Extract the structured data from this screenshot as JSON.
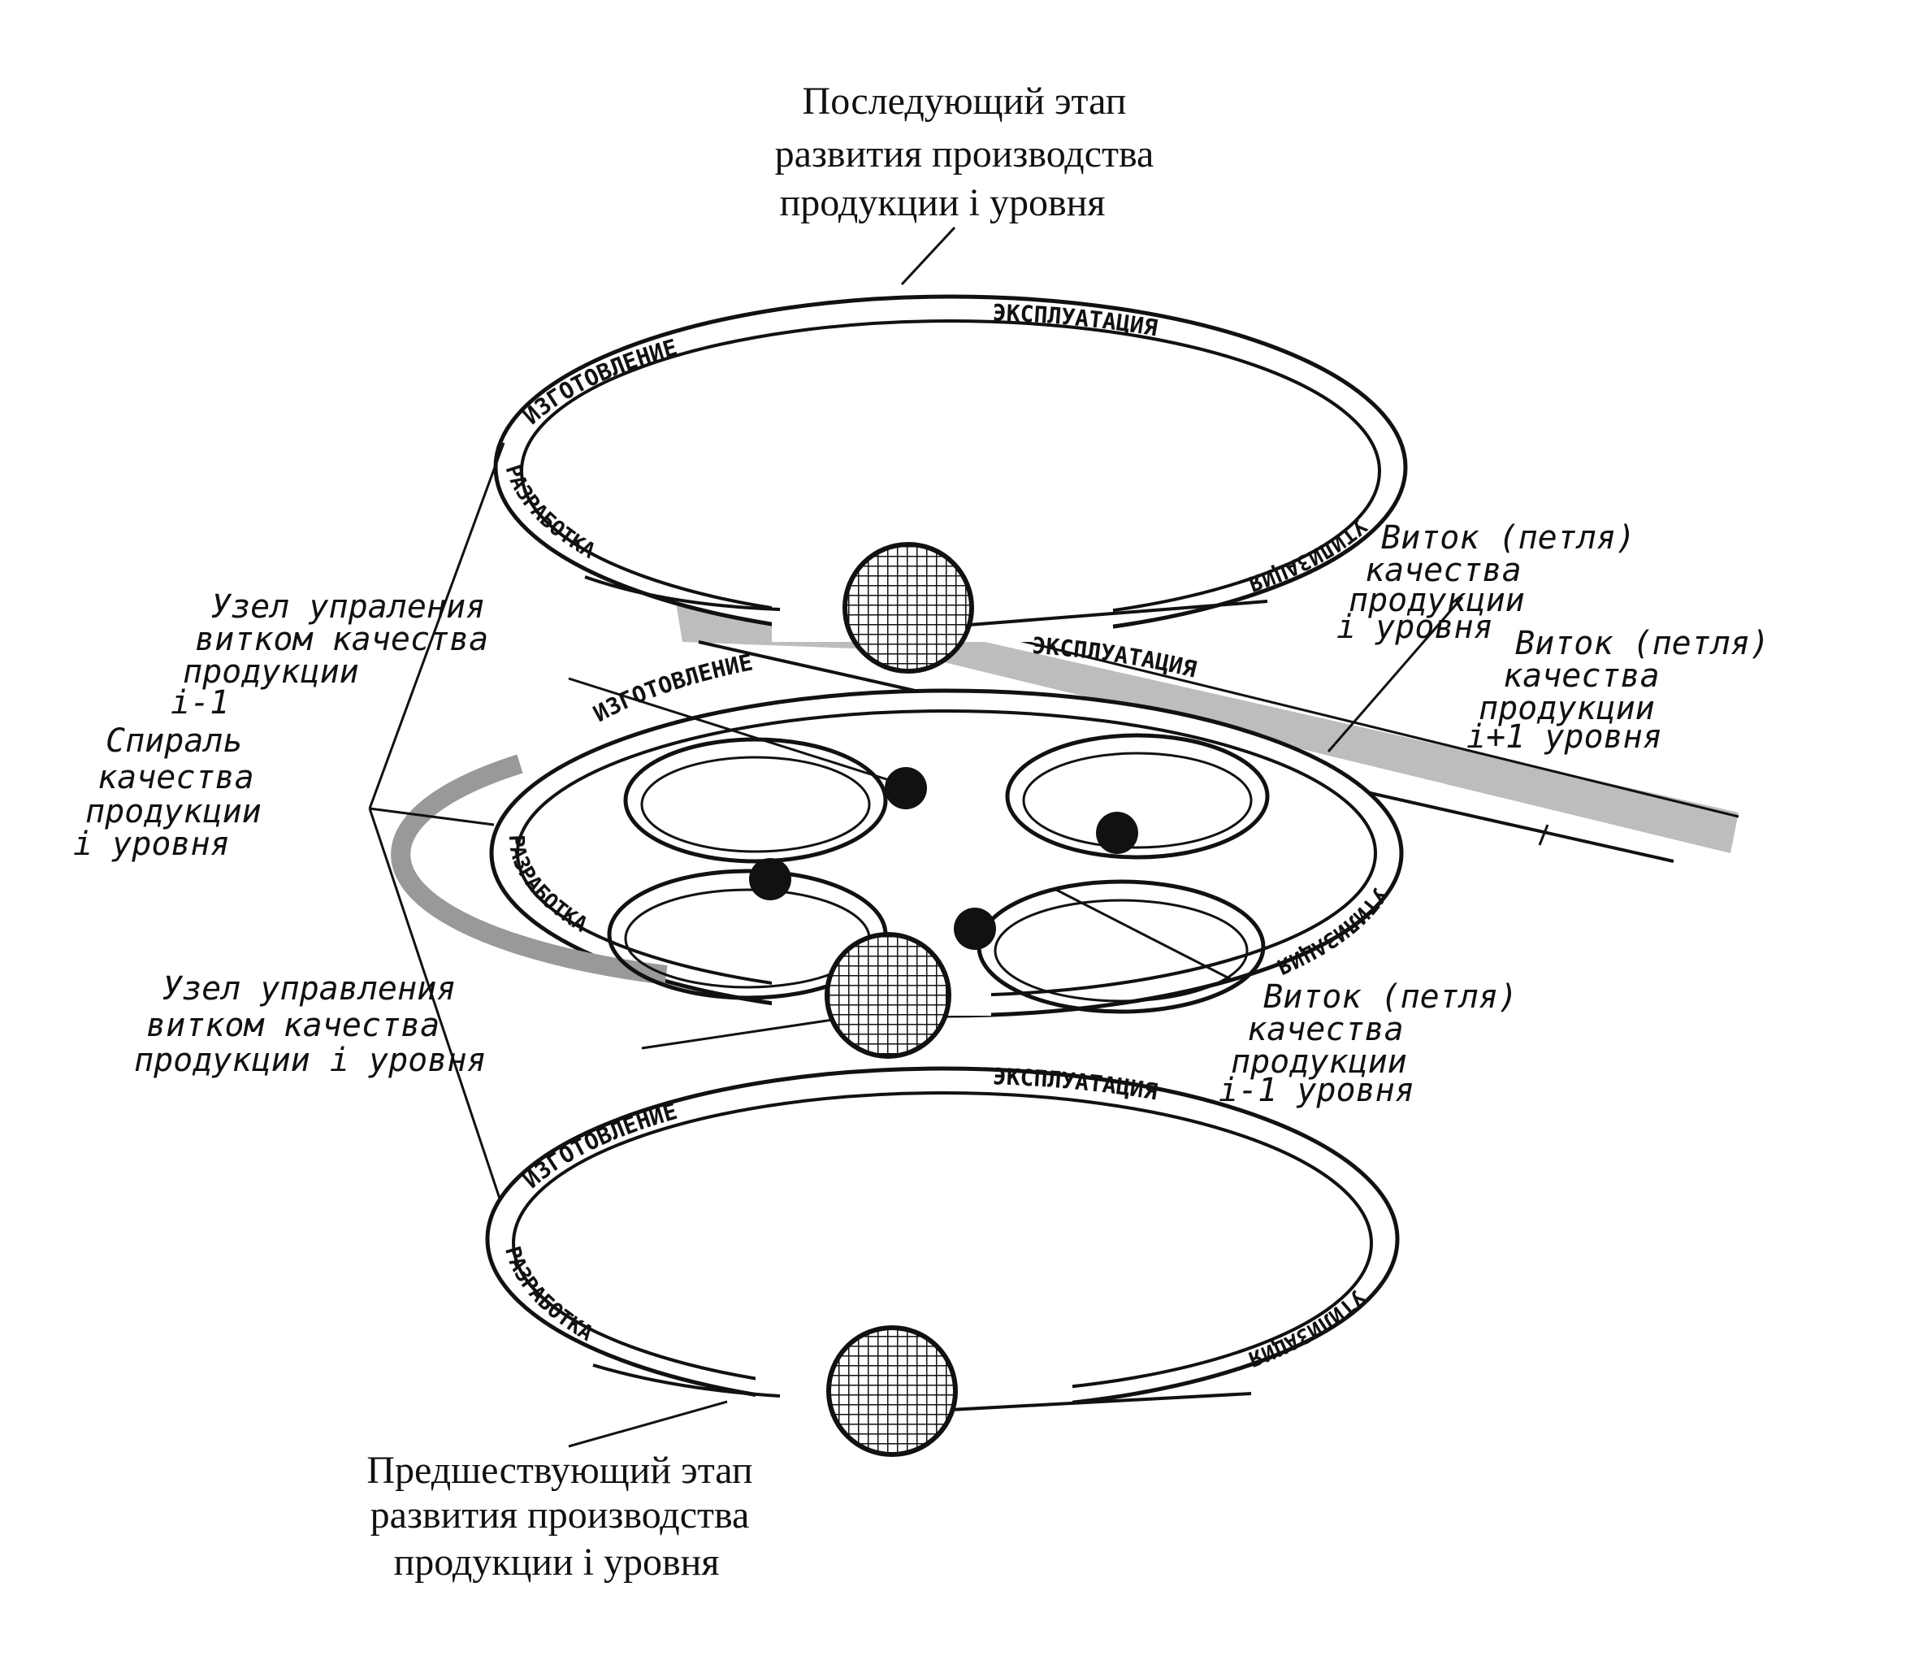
{
  "labels": {
    "top_stage": [
      "Последующий этап",
      "развития производства",
      "продукции  i уровня"
    ],
    "bottom_stage": [
      "Предшествующий этап",
      "развития производства",
      " продукции i уровня"
    ],
    "node_top": [
      "Узел упраления",
      "витком качества",
      "продукции",
      "i-1"
    ],
    "spiral": [
      "Спираль",
      "качества",
      "продукции",
      "i  уровня"
    ],
    "node_mid": [
      "Узел управления",
      "витком качества",
      "продукции i уровня"
    ],
    "loop_i": [
      "Виток (петля)",
      "качества",
      "продукции",
      "i уровня"
    ],
    "loop_i_plus": [
      "Виток (петля)",
      "качества",
      "продукции",
      "i+1 уровня"
    ],
    "loop_i_minus": [
      "Виток (петля)",
      "качества",
      "продукции",
      "i-1 уровня"
    ]
  },
  "ring_words": {
    "manufacture": "ИЗГОТОВЛЕНИЕ",
    "exploitation": "ЭКСПЛУАТАЦИЯ",
    "utilization": "УТИЛИЗАЦИЯ",
    "development": "РАЗРАБОТКА"
  },
  "colors": {
    "ink": "#111111",
    "band": "#bdbdbd",
    "paper": "#ffffff"
  }
}
